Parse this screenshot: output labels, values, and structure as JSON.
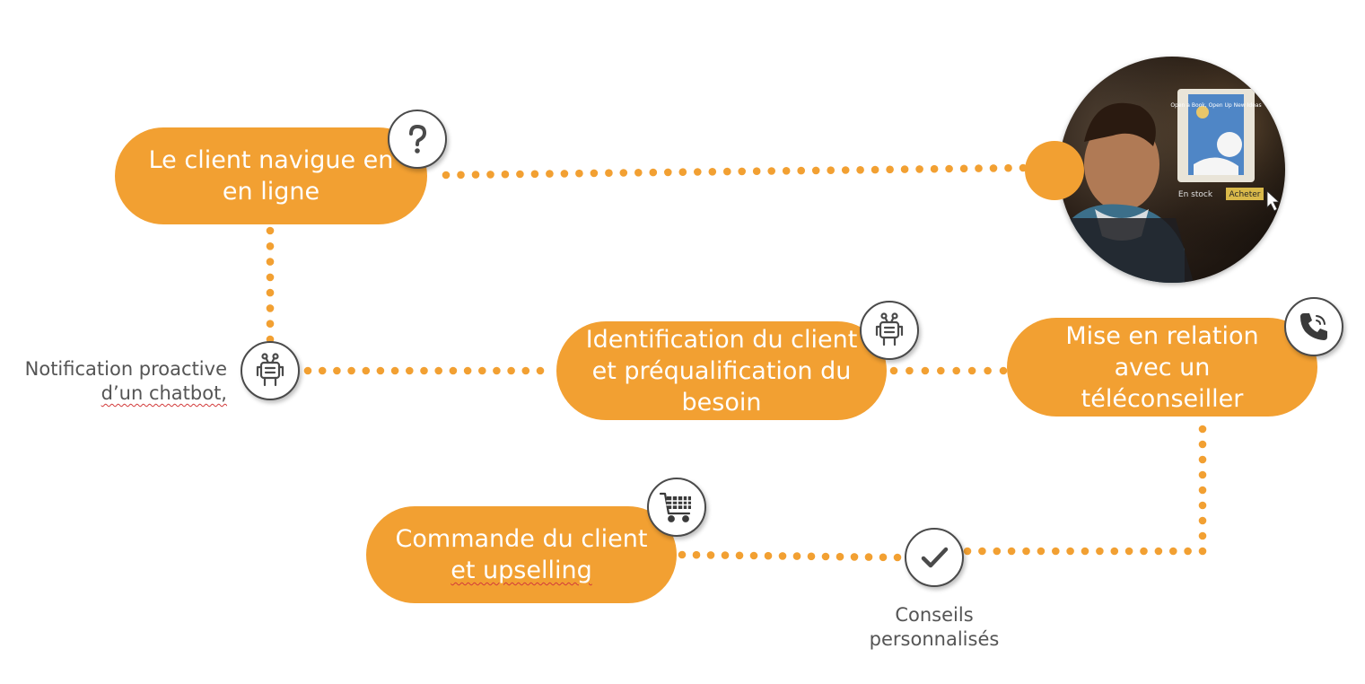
{
  "colors": {
    "accent": "#f2a032",
    "icon_stroke": "#4a4a4a",
    "note_text": "#555555"
  },
  "steps": {
    "browse": {
      "lines": [
        "Le client navigue en",
        "en ligne"
      ],
      "icon": "question-mark-icon"
    },
    "identify": {
      "lines": [
        "Identification du client",
        "et préqualification du",
        "besoin"
      ],
      "icon": "robot-icon"
    },
    "connect": {
      "lines": [
        "Mise en relation",
        "avec un",
        "téléconseiller"
      ],
      "icon": "phone-icon"
    },
    "order": {
      "lines": [
        "Commande du client",
        "et upselling"
      ],
      "icon": "shopping-cart-icon"
    }
  },
  "notes": {
    "chatbot": {
      "lines": [
        "Notification proactive",
        "d’un chatbot,"
      ],
      "icon": "robot-icon"
    },
    "advice": {
      "lines": [
        "Conseils",
        "personnalisés"
      ],
      "icon": "checkmark-icon"
    }
  },
  "photo": {
    "stock_label": "En stock",
    "buy_label": "Acheter",
    "book_title": "Open a Book, Open Up New Ideas"
  }
}
